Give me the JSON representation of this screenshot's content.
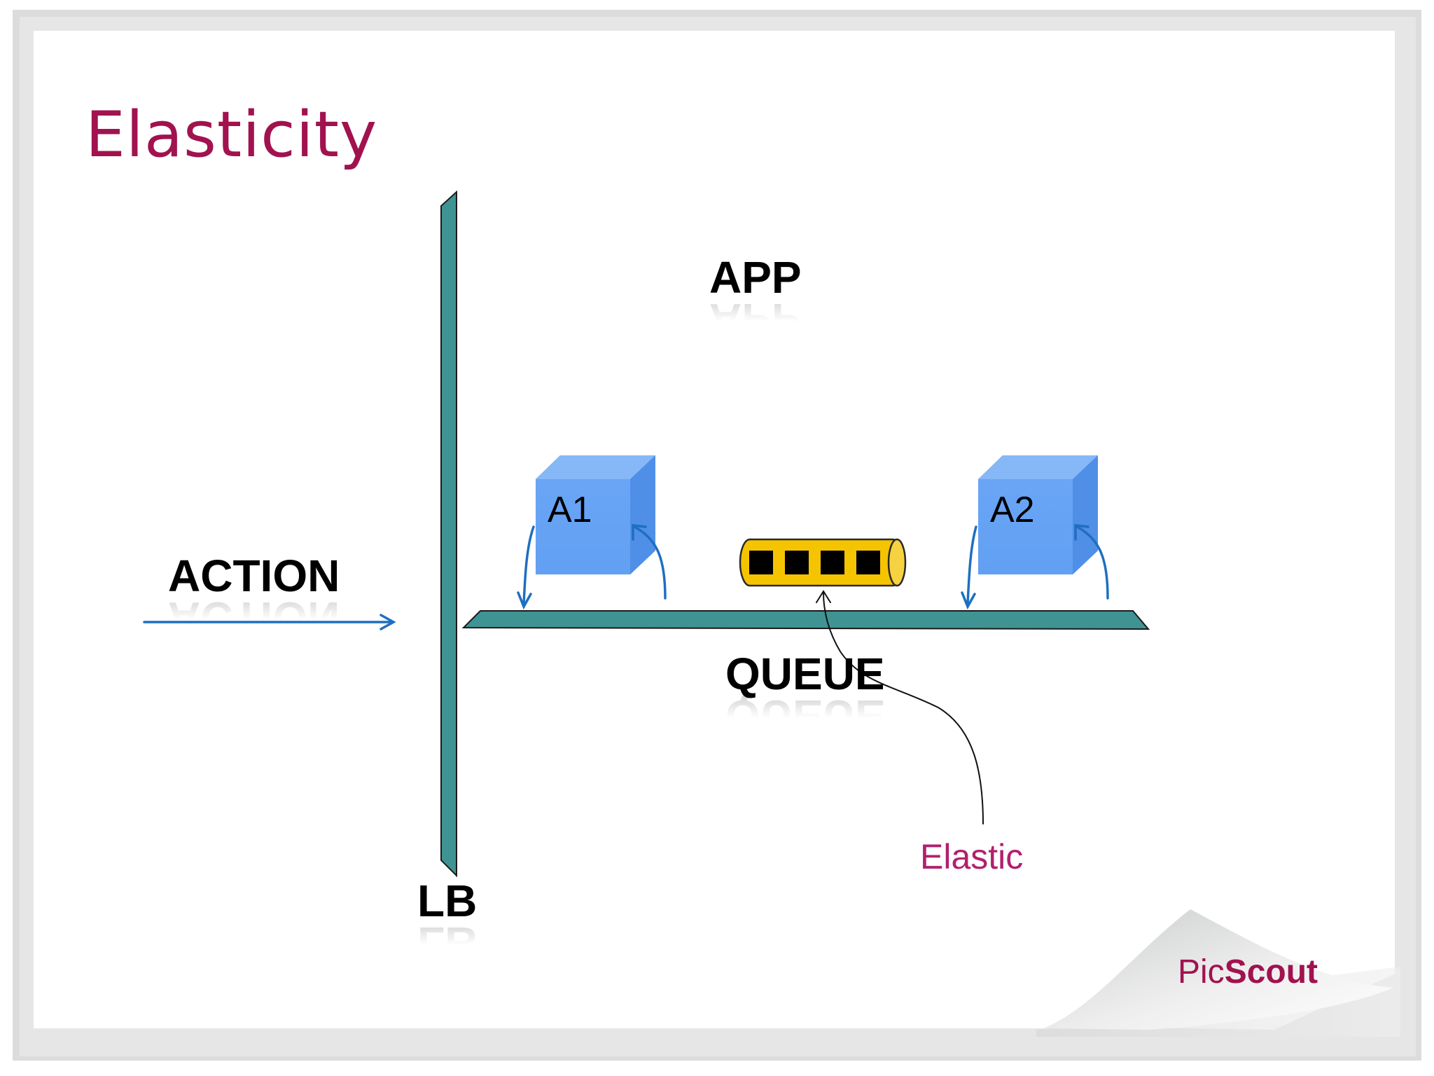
{
  "slide": {
    "title": "Elasticity",
    "labels": {
      "app": "APP",
      "action": "ACTION",
      "queue": "QUEUE",
      "lb": "LB",
      "elastic": "Elastic"
    },
    "nodes": [
      {
        "id": "a1",
        "label": "A1"
      },
      {
        "id": "a2",
        "label": "A2"
      }
    ],
    "brand": {
      "part1": "Pic",
      "part2": "Scout"
    },
    "colors": {
      "title": "#a1124f",
      "elastic_label": "#b1206e",
      "bar_teal": "#3f9393",
      "cube_blue": "#6aa5f5",
      "queue_yellow": "#f5c400",
      "arrow_blue": "#1f6fbf"
    }
  }
}
